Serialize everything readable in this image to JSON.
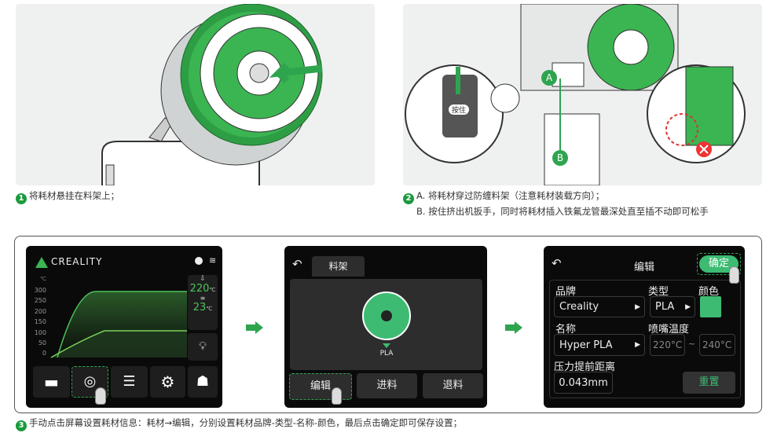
{
  "steps": [
    {
      "num": "1",
      "text": "将耗材悬挂在料架上；"
    },
    {
      "num": "2",
      "line_a": "A. 将耗材穿过防缠料架（注意耗材装载方向）；",
      "line_b": "B. 按住挤出机扳手，同时将耗材插入铁氟龙管最深处直至插不动即可松手",
      "callouts": {
        "a": "A",
        "b": "B",
        "press": "按住"
      }
    },
    {
      "num": "3",
      "text": "手动点击屏幕设置耗材信息：耗材→编辑，分别设置耗材品牌-类型-名称-颜色，最后点击确定即可保存设置；"
    }
  ],
  "screen_home": {
    "brand": "CREALITY",
    "unit": "℃",
    "y_ticks": [
      "300",
      "250",
      "200",
      "150",
      "100",
      "50",
      "0"
    ],
    "nozzle_temp": "220",
    "bed_temp": "23",
    "temp_unit": "℃"
  },
  "screen_rack": {
    "tab": "料架",
    "spool_label": "PLA",
    "buttons": [
      "编辑",
      "进料",
      "退料"
    ]
  },
  "screen_edit": {
    "title": "编辑",
    "confirm": "确定",
    "brand_label": "品牌",
    "brand": "Creality",
    "type_label": "类型",
    "type": "PLA",
    "color_label": "颜色",
    "color": "#3dbb73",
    "name_label": "名称",
    "name": "Hyper PLA",
    "nozzle_label": "喷嘴温度",
    "temp_min": "220°C",
    "temp_sep": "~",
    "temp_max": "240°C",
    "pa_label": "压力提前距离",
    "pa_value": "0.043mm",
    "reset": "重置"
  },
  "colors": {
    "accent": "#2ea44f",
    "green": "#3dbb73"
  }
}
